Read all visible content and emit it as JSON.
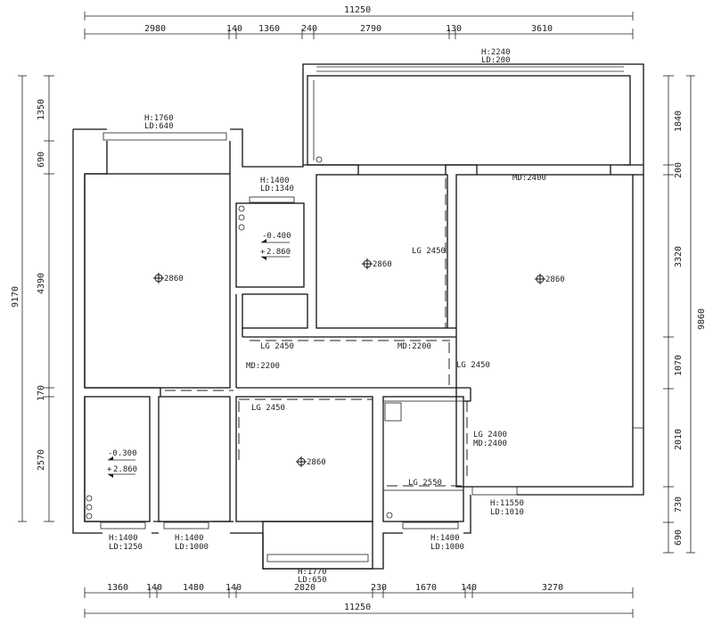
{
  "dimensions": {
    "top_total": "11250",
    "top": [
      "2980",
      "140",
      "1360",
      "240",
      "2790",
      "130",
      "3610"
    ],
    "bottom": [
      "1360",
      "140",
      "1480",
      "140",
      "2820",
      "230",
      "1670",
      "140",
      "3270"
    ],
    "bottom_total": "11250",
    "left_total": "9170",
    "left": [
      "1350",
      "690",
      "4390",
      "170",
      "2570"
    ],
    "right": [
      "1840",
      "200",
      "3320",
      "1070",
      "2010",
      "730",
      "690"
    ],
    "right_total": "9860"
  },
  "annotations": {
    "bath1_slab": "-0.400",
    "bath1_ceiling": "2.860",
    "bath2_slab": "-0.300",
    "bath2_ceiling": "2.860",
    "room_left_ceiling": "2860",
    "room_mid_ceiling": "2860",
    "room_right_ceiling": "2860",
    "room_bottom_ceiling": "2860"
  },
  "openings": {
    "balcony_top_h": "H:2240",
    "balcony_top_ld": "LD:200",
    "window_left_h": "H:1760",
    "window_left_ld": "LD:640",
    "window_bath1_h": "H:1400",
    "window_bath1_ld": "LD:1340",
    "md_master": "MD:2400",
    "lg_mid": "LG 2450",
    "lg_corridor": "LG 2450",
    "md_corridor_right": "MD:2200",
    "md_corridor_left": "MD:2200",
    "lg_right": "LG 2450",
    "lg_bottom_room": "LG 2450",
    "lg_right_lower": "LG 2400",
    "md_right_lower": "MD:2400",
    "lg_kitchen": "LG 2550",
    "window_right_h": "H:11550",
    "window_right_ld": "LD:1010",
    "window_bl1_h": "H:1400",
    "window_bl1_ld": "LD:1250",
    "window_bl2_h": "H:1400",
    "window_bl2_ld": "LD:1000",
    "window_bottom_h": "H:1770",
    "window_bottom_ld": "LD:650",
    "window_br_h": "H:1400",
    "window_br_ld": "LD:1000"
  }
}
